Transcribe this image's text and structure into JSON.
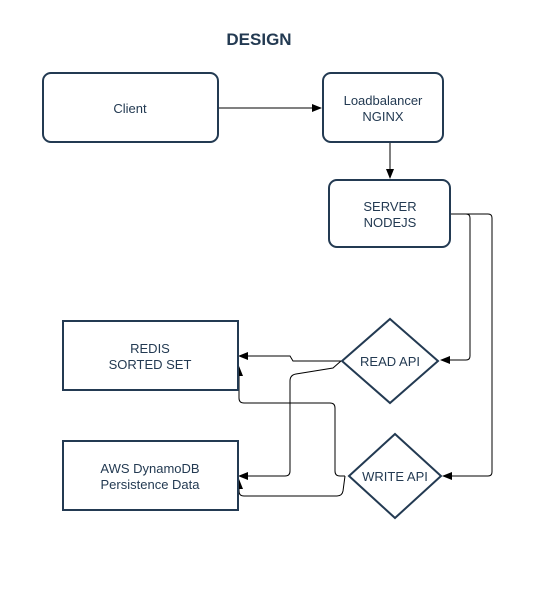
{
  "title": "DESIGN",
  "nodes": {
    "client": {
      "line1": "Client"
    },
    "loadbalancer": {
      "line1": "Loadbalancer",
      "line2": "NGINX"
    },
    "server": {
      "line1": "SERVER",
      "line2": "NODEJS"
    },
    "redis": {
      "line1": "REDIS",
      "line2": "SORTED SET"
    },
    "dynamodb": {
      "line1": "AWS DynamoDB",
      "line2": "Persistence Data"
    },
    "read_api": {
      "line1": "READ API"
    },
    "write_api": {
      "line1": "WRITE API"
    }
  },
  "edges": [
    {
      "from": "client",
      "to": "loadbalancer"
    },
    {
      "from": "loadbalancer",
      "to": "server"
    },
    {
      "from": "server",
      "to": "read_api"
    },
    {
      "from": "server",
      "to": "write_api"
    },
    {
      "from": "read_api",
      "to": "redis"
    },
    {
      "from": "read_api",
      "to": "dynamodb"
    },
    {
      "from": "write_api",
      "to": "redis"
    },
    {
      "from": "write_api",
      "to": "dynamodb"
    }
  ],
  "colors": {
    "node_stroke": "#233a52",
    "text": "#233a52",
    "edge": "#000000",
    "background": "#ffffff"
  }
}
